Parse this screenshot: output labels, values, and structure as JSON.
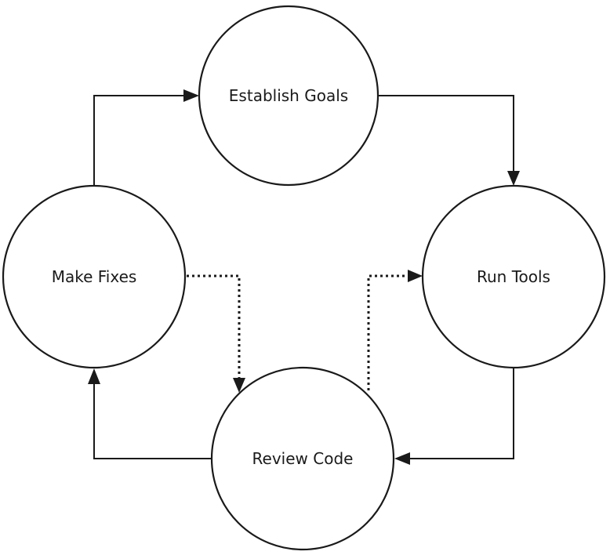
{
  "diagram": {
    "nodes": {
      "establish_goals": "Establish Goals",
      "run_tools": "Run Tools",
      "review_code": "Review Code",
      "make_fixes": "Make Fixes"
    },
    "edges": [
      {
        "from": "make_fixes",
        "to": "establish_goals",
        "style": "solid"
      },
      {
        "from": "establish_goals",
        "to": "run_tools",
        "style": "solid"
      },
      {
        "from": "run_tools",
        "to": "review_code",
        "style": "solid"
      },
      {
        "from": "review_code",
        "to": "make_fixes",
        "style": "solid"
      },
      {
        "from": "make_fixes",
        "to": "review_code",
        "style": "dotted"
      },
      {
        "from": "review_code",
        "to": "run_tools",
        "style": "dotted"
      }
    ]
  }
}
